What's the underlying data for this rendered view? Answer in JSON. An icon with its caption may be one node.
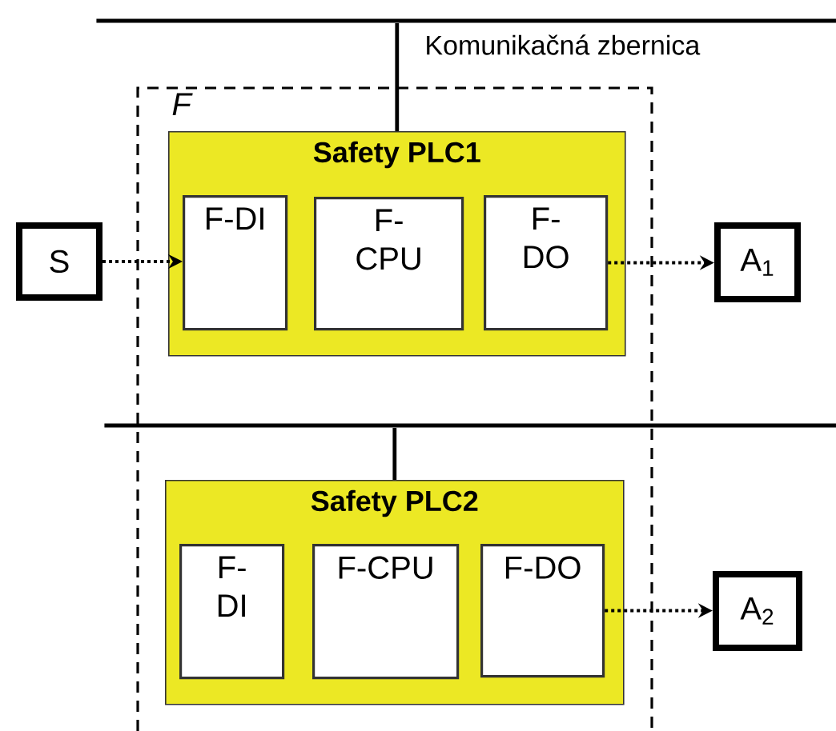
{
  "diagram": {
    "nodes": [
      {
        "text": [],
        "shape": "bar",
        "beside": [
          "Komunikačná zbernica"
        ]
      },
      {
        "text": [
          "F"
        ]
      },
      {
        "text": [
          "Safety PLC1"
        ],
        "in": 1
      },
      {
        "text": [
          "F-DI"
        ],
        "in": 2
      },
      {
        "text": [
          "F- CPU"
        ],
        "in": 2
      },
      {
        "text": [
          "F- DO"
        ],
        "in": 2
      },
      {
        "text": [
          "S"
        ]
      },
      {
        "text": [
          "A$_{1}$"
        ]
      },
      {
        "text": [],
        "shape": "bar"
      },
      {
        "text": [
          "Safety PLC2"
        ],
        "in": 1
      },
      {
        "text": [
          "F- DI"
        ],
        "in": 9
      },
      {
        "text": [
          "F-CPU"
        ],
        "in": 9
      },
      {
        "text": [
          "F-DO"
        ],
        "in": 9
      },
      {
        "text": [
          "A$_{2}$"
        ]
      }
    ],
    "edges": [
      {
        "from": 0,
        "to": 2,
        "arrow": "none"
      },
      {
        "from": 6,
        "to": 3,
        "arrow": "to",
        "style": "dashed"
      },
      {
        "from": 5,
        "to": 7,
        "arrow": "to",
        "style": "dashed"
      },
      {
        "from": 8,
        "to": 9,
        "arrow": "none"
      },
      {
        "from": 12,
        "to": 13,
        "arrow": "to",
        "style": "dashed"
      }
    ]
  }
}
